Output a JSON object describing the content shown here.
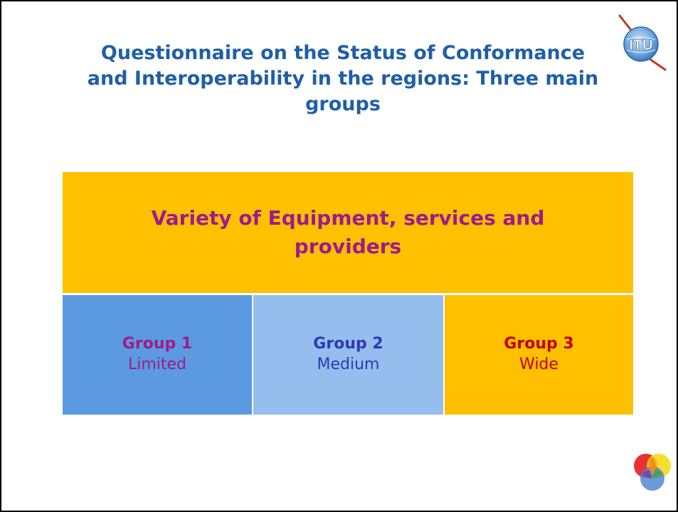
{
  "slide": {
    "title": "Questionnaire on the Status of Conformance and Interoperability in the regions: Three main groups",
    "header": "Variety of Equipment, services and providers",
    "groups": [
      {
        "name": "Group 1",
        "description": "Limited"
      },
      {
        "name": "Group 2",
        "description": "Medium"
      },
      {
        "name": "Group 3",
        "description": "Wide"
      }
    ],
    "logo_text": "ITU"
  },
  "colors": {
    "title": "#1f5fa6",
    "header_bg": "#ffc000",
    "header_text": "#9d1c8b",
    "group1_bg": "#5b9ae0",
    "group2_bg": "#95bdee",
    "group3_bg": "#ffc000",
    "group1_text": "#9d1c8b",
    "group2_text": "#2d3ab5",
    "group3_text": "#c00000"
  },
  "icons": {
    "top_right": "itu-logo-icon",
    "bottom_right": "overlapping-circles-logo-icon"
  }
}
